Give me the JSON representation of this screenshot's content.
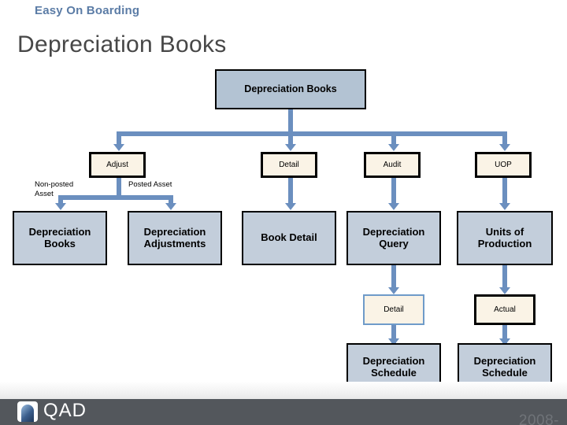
{
  "header": {
    "kicker": "Easy On Boarding",
    "title": "Depreciation Books"
  },
  "diagram": {
    "root": {
      "label": "Depreciation Books"
    },
    "level2": [
      {
        "label": "Adjust"
      },
      {
        "label": "Detail"
      },
      {
        "label": "Audit"
      },
      {
        "label": "UOP"
      }
    ],
    "edge_labels": [
      {
        "label": "Non-posted\nAsset"
      },
      {
        "label": "Posted Asset"
      }
    ],
    "level3": [
      {
        "label": "Depreciation\nBooks"
      },
      {
        "label": "Depreciation\nAdjustments"
      },
      {
        "label": "Book Detail"
      },
      {
        "label": "Depreciation\nQuery"
      },
      {
        "label": "Units of\nProduction"
      }
    ],
    "level4": [
      {
        "label": "Detail"
      },
      {
        "label": "Actual"
      }
    ],
    "level5": [
      {
        "label": "Depreciation\nSchedule"
      },
      {
        "label": "Depreciation\nSchedule"
      }
    ]
  },
  "footer": {
    "logo_text": "QAD",
    "year": "2008-"
  },
  "colors": {
    "kicker": "#5b7ca6",
    "title": "#474747",
    "connector": "#6b8fbf",
    "node_gray": "#c3cedb",
    "node_cream": "#faf3e6",
    "footer_bar": "#53575c"
  }
}
